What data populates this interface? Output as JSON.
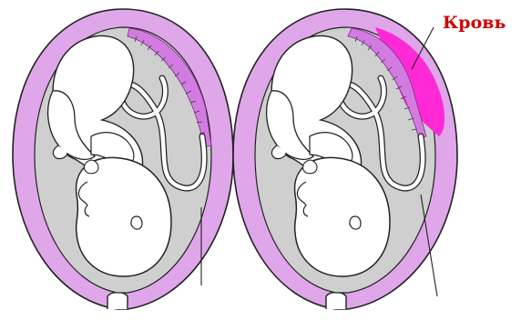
{
  "annotation": {
    "blood_label": "Кровь"
  },
  "colors": {
    "background": "#ffffff",
    "uterus_wall": "#e0a6ea",
    "uterus_outline": "#222222",
    "amniotic_cavity": "#cfcfcf",
    "fetus_fill": "#ffffff",
    "placenta": "#d27be0",
    "blood": "#ff2ad6",
    "label": "#d00000"
  },
  "icons": {
    "left_panel": "normal-placenta-illustration",
    "right_panel": "placental-abruption-illustration"
  }
}
